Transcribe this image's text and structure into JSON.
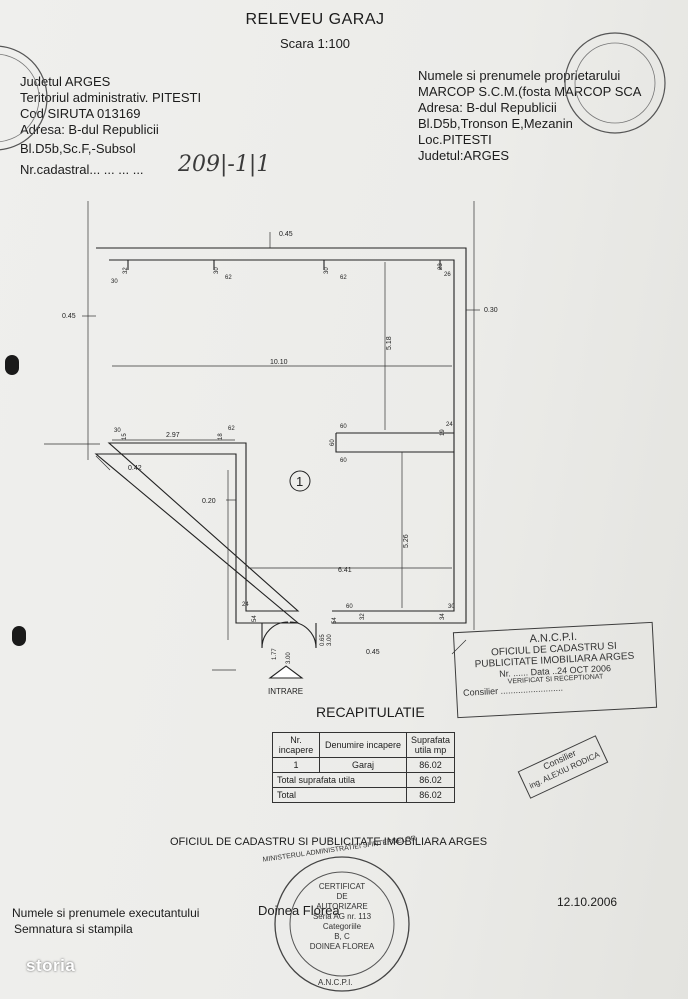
{
  "title": "RELEVEU GARAJ",
  "scale": "Scara 1:100",
  "left_info": {
    "judet": "Judetul  ARGES",
    "teritoriu": "Teritoriul administrativ.  PITESTI",
    "siruta": "Cod SIRUTA  013169",
    "adresa": "Adresa:  B-dul Republicii",
    "bloc": "Bl.D5b,Sc.F,-Subsol",
    "cadastral": "Nr.cadastral... ... ... ...",
    "cadastral_hand": "209|-1|1"
  },
  "right_info": {
    "proprietar": "Numele si prenumele proprietarului",
    "firma": "MARCOP S.C.M.(fosta MARCOP SCA",
    "adresa": "Adresa:  B-dul Republicii",
    "bloc": "Bl.D5b,Tronson E,Mezanin",
    "loc": "Loc.PITESTI",
    "judet": "Judetul:ARGES"
  },
  "plan": {
    "room_number": "1",
    "entrance": "INTRARE",
    "dims": {
      "top_wall": "0.45",
      "left_wall": "0.45",
      "right_wall": "0.30",
      "width_upper": "10.10",
      "height_upper": "5.18",
      "lower_left": "2.97",
      "step_wall": "0.42",
      "inner_wall": "0.20",
      "width_lower": "6.41",
      "height_lower": "5.26",
      "bottom_wall": "0.45",
      "door_a": "1.77",
      "door_b": "3.00",
      "door_c": "0.65",
      "door_d": "3.00",
      "n30a": "30",
      "n32a": "32",
      "n30b": "30",
      "n62a": "62",
      "n30c": "30",
      "n62b": "62",
      "n23": "23",
      "n26": "26",
      "n30d": "30",
      "n15": "15",
      "n18": "18",
      "n62c": "62",
      "n60a": "60",
      "n60b": "60",
      "n60c": "60",
      "n19": "19",
      "n24a": "24",
      "n24b": "24",
      "n54a": "54",
      "n54b": "54",
      "n60d": "60",
      "n32b": "32",
      "n34": "34",
      "n30e": "30"
    }
  },
  "recap": {
    "title": "RECAPITULATIE",
    "headers": [
      "Nr. incapere",
      "Denumire incapere",
      "Suprafata utila mp"
    ],
    "rows": [
      {
        "nr": "1",
        "name": "Garaj",
        "area": "86.02"
      }
    ],
    "total_util_label": "Total suprafata utila",
    "total_util": "86.02",
    "total_label": "Total",
    "total": "86.02"
  },
  "office": "OFICIUL  DE CADASTRU SI PUBLICITATE IMOBILIARA ARGES",
  "executant_label": "Numele si prenumele executantului",
  "executant_name": "Doinea  Florea",
  "signature_label": "Semnatura si  stampila",
  "date": "12.10.2006",
  "stamp_ancpi": {
    "l1": "A.N.C.P.I.",
    "l2": "OFICIUL DE CADASTRU SI",
    "l3": "PUBLICITATE IMOBILIARA  ARGES",
    "l4": "Nr.  ......  Data ..24 OCT 2006",
    "l5": "VERIFICAT SI RECEPTIONAT",
    "l6": "Consilier ........................."
  },
  "stamp_consilier": {
    "l1": "Consilier",
    "l2": "ing. ALEXIU RODICA"
  },
  "stamp_certificat": {
    "ring": "MINISTERUL ADMINISTRATIEI SI INTERNELOR",
    "l1": "CERTIFICAT",
    "l2": "DE",
    "l3": "AUTORIZARE",
    "l4": "Seria  AG nr. 113",
    "l5": "Categoriile",
    "l6": "B, C",
    "l7": "DOINEA FLOREA",
    "bottom": "A.N.C.P.I."
  },
  "watermark": "storia",
  "colors": {
    "paper": "#ecece9",
    "ink": "#1c1c1c",
    "stamp": "#3d3d3d"
  }
}
